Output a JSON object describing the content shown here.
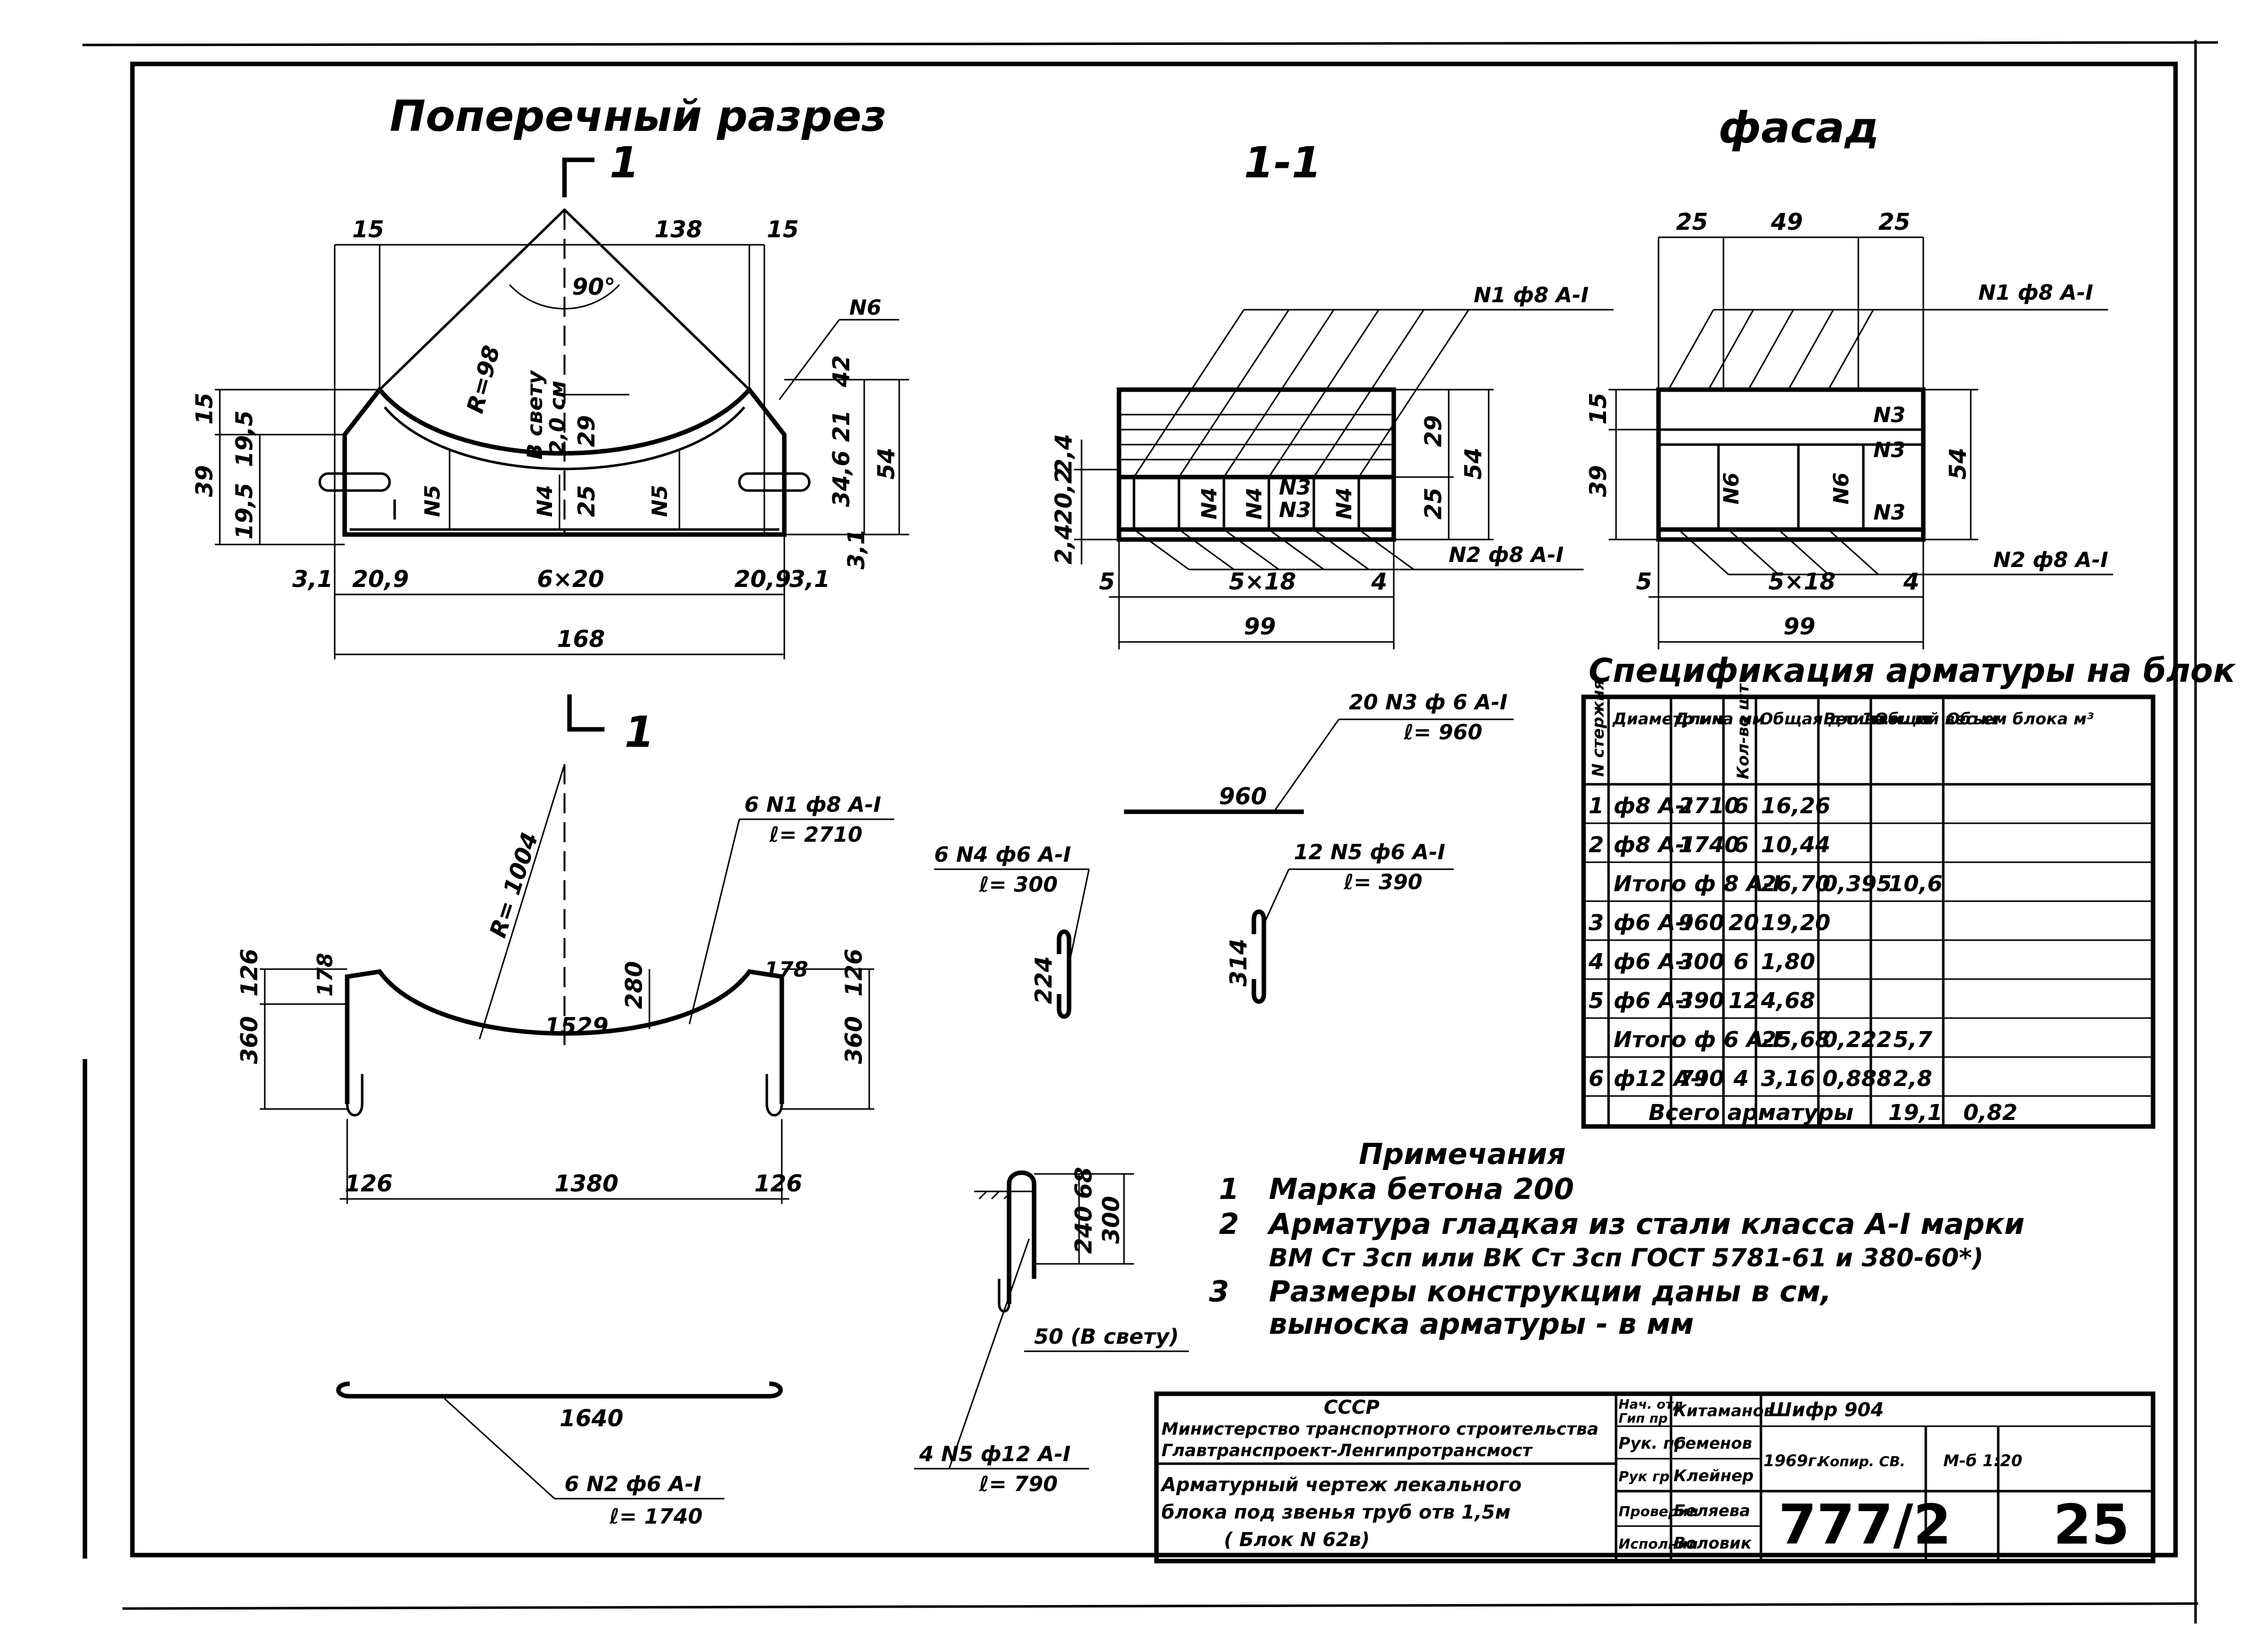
{
  "sections": {
    "cross_section": {
      "title": "Поперечный разрез",
      "cut_mark": "1"
    },
    "section_1_1": {
      "title": "1-1"
    },
    "facade": {
      "title": "фасад"
    }
  },
  "cross_section_dims": {
    "top_left": "15",
    "top_mid": "138",
    "top_right": "15",
    "angle": "90°",
    "radius": "R=98",
    "clear": "В свету",
    "clear_value": "2,0 см",
    "left_15": "15",
    "left_39": "39",
    "left_195a": "19,5",
    "left_195b": "19,5",
    "n6": "N6",
    "n5a": "N5",
    "n5b": "N5",
    "n4": "N4",
    "h29": "29",
    "h25": "25",
    "h42": "42",
    "h21": "21",
    "h346": "34,6",
    "h54": "54",
    "b31a": "3,1",
    "b209a": "20,9",
    "b6x20": "6×20",
    "b209b": "20,9",
    "b31b": "3,1",
    "b31r": "3,1",
    "total": "168"
  },
  "section_11_dims": {
    "n1": "N1 ф8 А-I",
    "n2": "N2 ф8 А-I",
    "h29": "29",
    "h54": "54",
    "h25": "25",
    "l24": "2,4",
    "l202": "20,2",
    "l24b": "2,4",
    "n4a": "N4",
    "n4b": "N4",
    "n3a": "N3",
    "n3b": "N3",
    "n4c": "N4",
    "b5": "5",
    "b5x18": "5×18",
    "b4": "4",
    "total": "99"
  },
  "facade_dims": {
    "t25a": "25",
    "t49": "49",
    "t25b": "25",
    "n1": "N1 ф8 А-I",
    "n2": "N2 ф8 А-I",
    "l15": "15",
    "l39": "39",
    "r54": "54",
    "n3a": "N3",
    "n3b": "N3",
    "n3c": "N3",
    "n6a": "N6",
    "n6b": "N6",
    "b5": "5",
    "b5x18": "5×18",
    "b4": "4",
    "total": "99"
  },
  "bars": {
    "cut_mark_bottom": "1",
    "n1_label": "6 N1 ф8 А-I",
    "n1_len": "ℓ= 2710",
    "radius": "R= 1004",
    "chord": "1529",
    "h280": "280",
    "l126": "126",
    "l360": "360",
    "l178": "178",
    "r178": "178",
    "r126": "126",
    "r360": "360",
    "b126a": "126",
    "b1380": "1380",
    "b126b": "126",
    "n4_label": "6 N4 ф6 А-I",
    "n4_len": "ℓ= 300",
    "n4_h": "224",
    "n3_label": "20 N3 ф 6 А-I",
    "n3_len": "ℓ= 960",
    "n3_w": "960",
    "n5_label": "12 N5 ф6 А-I",
    "n5_len": "ℓ= 390",
    "n5_h": "314",
    "n2_w": "1640",
    "n2_label": "6 N2 ф6 А-I",
    "n2_len": "ℓ= 1740",
    "n6_h68": "68",
    "n6_h240": "240",
    "n6_h300": "300",
    "n6_clear": "50 (В свету)",
    "n6_label": "4 N5 ф12 А-I",
    "n6_len": "ℓ= 790"
  },
  "spec": {
    "title": "Спецификация арматуры на блок",
    "headers": [
      "N стержня",
      "Диаметр мм",
      "Длина мм",
      "Кол-во шт",
      "Общая длина м",
      "Вес 1п.м. кг",
      "Общий вес кг",
      "Объем блока м³"
    ],
    "rows": [
      {
        "n": "1",
        "d": "ф8 А-I",
        "l": "2710",
        "q": "6",
        "tl": "16,26"
      },
      {
        "n": "2",
        "d": "ф8 А-I",
        "l": "1740",
        "q": "6",
        "tl": "10,44"
      },
      {
        "total": "Итого ф 8 А-I",
        "tl": "26,70",
        "w": "0,395",
        "tw": "10,6"
      },
      {
        "n": "3",
        "d": "ф6 А-I",
        "l": "960",
        "q": "20",
        "tl": "19,20"
      },
      {
        "n": "4",
        "d": "ф6 А-I",
        "l": "300",
        "q": "6",
        "tl": "1,80"
      },
      {
        "n": "5",
        "d": "ф6 А-I",
        "l": "390",
        "q": "12",
        "tl": "4,68"
      },
      {
        "total": "Итого ф 6 А-I",
        "tl": "25,68",
        "w": "0,222",
        "tw": "5,7"
      },
      {
        "n": "6",
        "d": "ф12 А-I",
        "l": "790",
        "q": "4",
        "tl": "3,16",
        "w": "0,888",
        "tw": "2,8"
      },
      {
        "total": "Всего арматуры",
        "tw": "19,1",
        "vol": "0,82"
      }
    ]
  },
  "notes": {
    "title": "Примечания",
    "n1_num": "1",
    "n1": "Марка бетона 200",
    "n2_num": "2",
    "n2a": "Арматура гладкая из стали класса А-I марки",
    "n2b": "ВМ Ст 3сп или ВК Ст 3сп ГОСТ 5781-61 и 380-60*)",
    "n3_num": "3",
    "n3a": "Размеры конструкции даны в см,",
    "n3b": "выноска арматуры - в мм"
  },
  "stamp": {
    "ussr": "СССР",
    "ministry": "Министерство транспортного строительства",
    "org": "Главтранспроект-Ленгипротрансмост",
    "title1": "Арматурный чертеж лекального",
    "title2": "блока под звенья труб отв 1,5м",
    "title3": "( Блок N 62в)",
    "r1a": "Нач. отд",
    "r1b": "Гип пр",
    "r1n": "Китаманов",
    "r2a": "Рук. пр",
    "r2n": "Семенов",
    "r3a": "Рук гр",
    "r3n": "Клейнер",
    "r4a": "Проверил",
    "r4n": "Беляева",
    "r5a": "Исполнил",
    "r5n": "Воловик",
    "code": "Шифр 904",
    "year": "1969г.",
    "copy": "Копир. СВ.",
    "scale": "М-б 1:20",
    "sheet": "777/2",
    "page": "25"
  }
}
